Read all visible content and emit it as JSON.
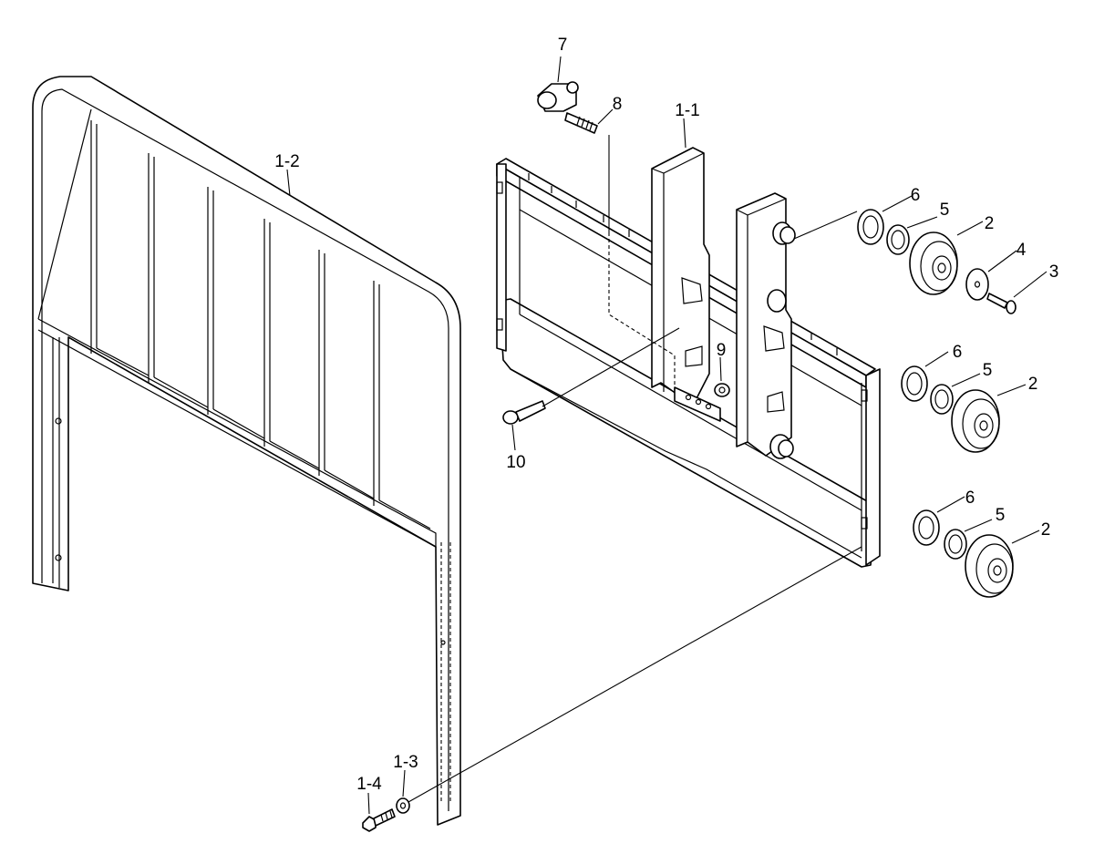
{
  "callouts": {
    "c1": "7",
    "c2": "8",
    "c3": "1-1",
    "c4": "1-2",
    "c5": "6",
    "c6": "5",
    "c7": "2",
    "c8": "4",
    "c9": "3",
    "c10": "6",
    "c11": "5",
    "c12": "2",
    "c13": "9",
    "c14": "10",
    "c15": "6",
    "c16": "5",
    "c17": "2",
    "c18": "1-3",
    "c19": "1-4"
  }
}
